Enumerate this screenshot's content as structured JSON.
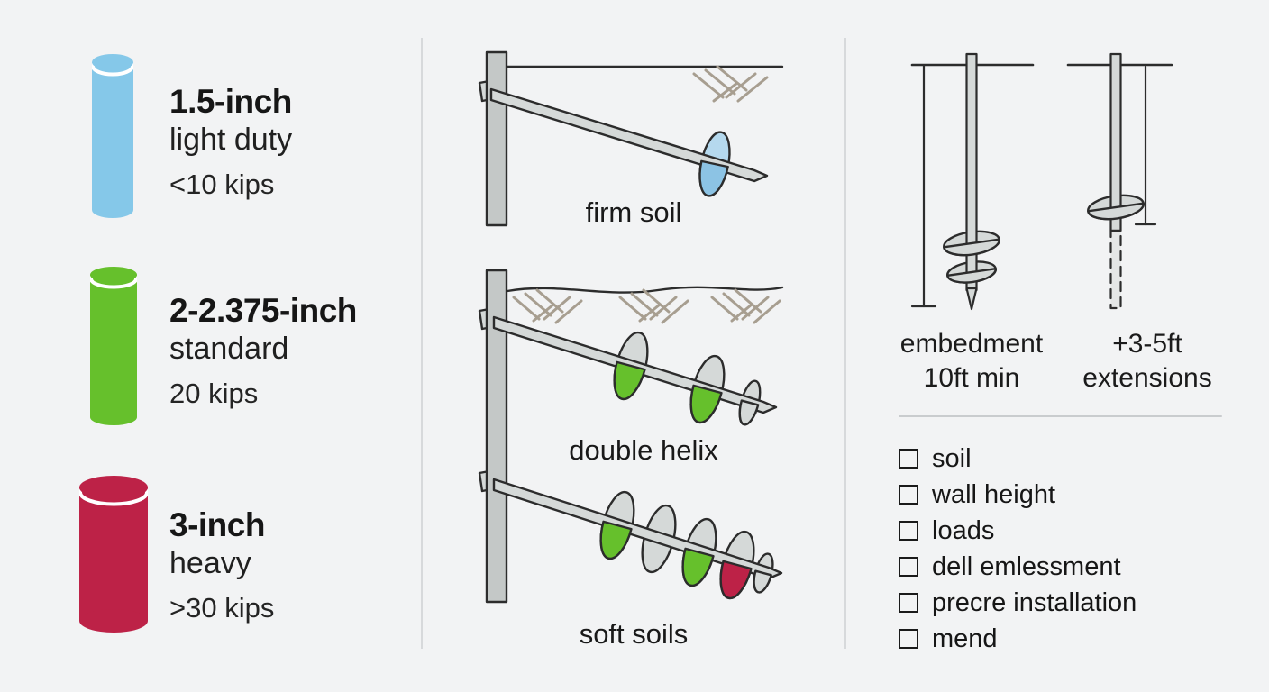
{
  "colors": {
    "background": "#f2f3f4",
    "light_duty_blue": "#85c8e9",
    "standard_green": "#66c02c",
    "heavy_red": "#bd2247",
    "steel": "#c4c8c7",
    "steel_light": "#d5d9d8",
    "helix_blue_back": "#b5d9ee",
    "helix_blue_front": "#8cc3e4",
    "hatch_tan": "#a79e90",
    "divider": "#c9ccce"
  },
  "pier_sizes": [
    {
      "size_label": "1.5-inch",
      "duty_label": "light duty",
      "capacity": "<10 kips",
      "color": "#85c8e9"
    },
    {
      "size_label": "2-2.375-inch",
      "duty_label": "standard",
      "capacity": "20 kips",
      "color": "#66c02c"
    },
    {
      "size_label": "3-inch",
      "duty_label": "heavy",
      "capacity": ">30 kips",
      "color": "#bd2247"
    }
  ],
  "soil_diagrams": [
    {
      "label": "firm soil"
    },
    {
      "label": "double helix"
    },
    {
      "label": "soft soils"
    }
  ],
  "embedment": {
    "left_line1": "embedment",
    "left_line2": "10ft min",
    "right_line1": "+3-5ft",
    "right_line2": "extensions"
  },
  "checklist": {
    "items": [
      {
        "label": "soil"
      },
      {
        "label": "wall height"
      },
      {
        "label": "loads"
      },
      {
        "label": "dell emlessment"
      },
      {
        "label": "precre installation"
      },
      {
        "label": "mend"
      }
    ]
  }
}
